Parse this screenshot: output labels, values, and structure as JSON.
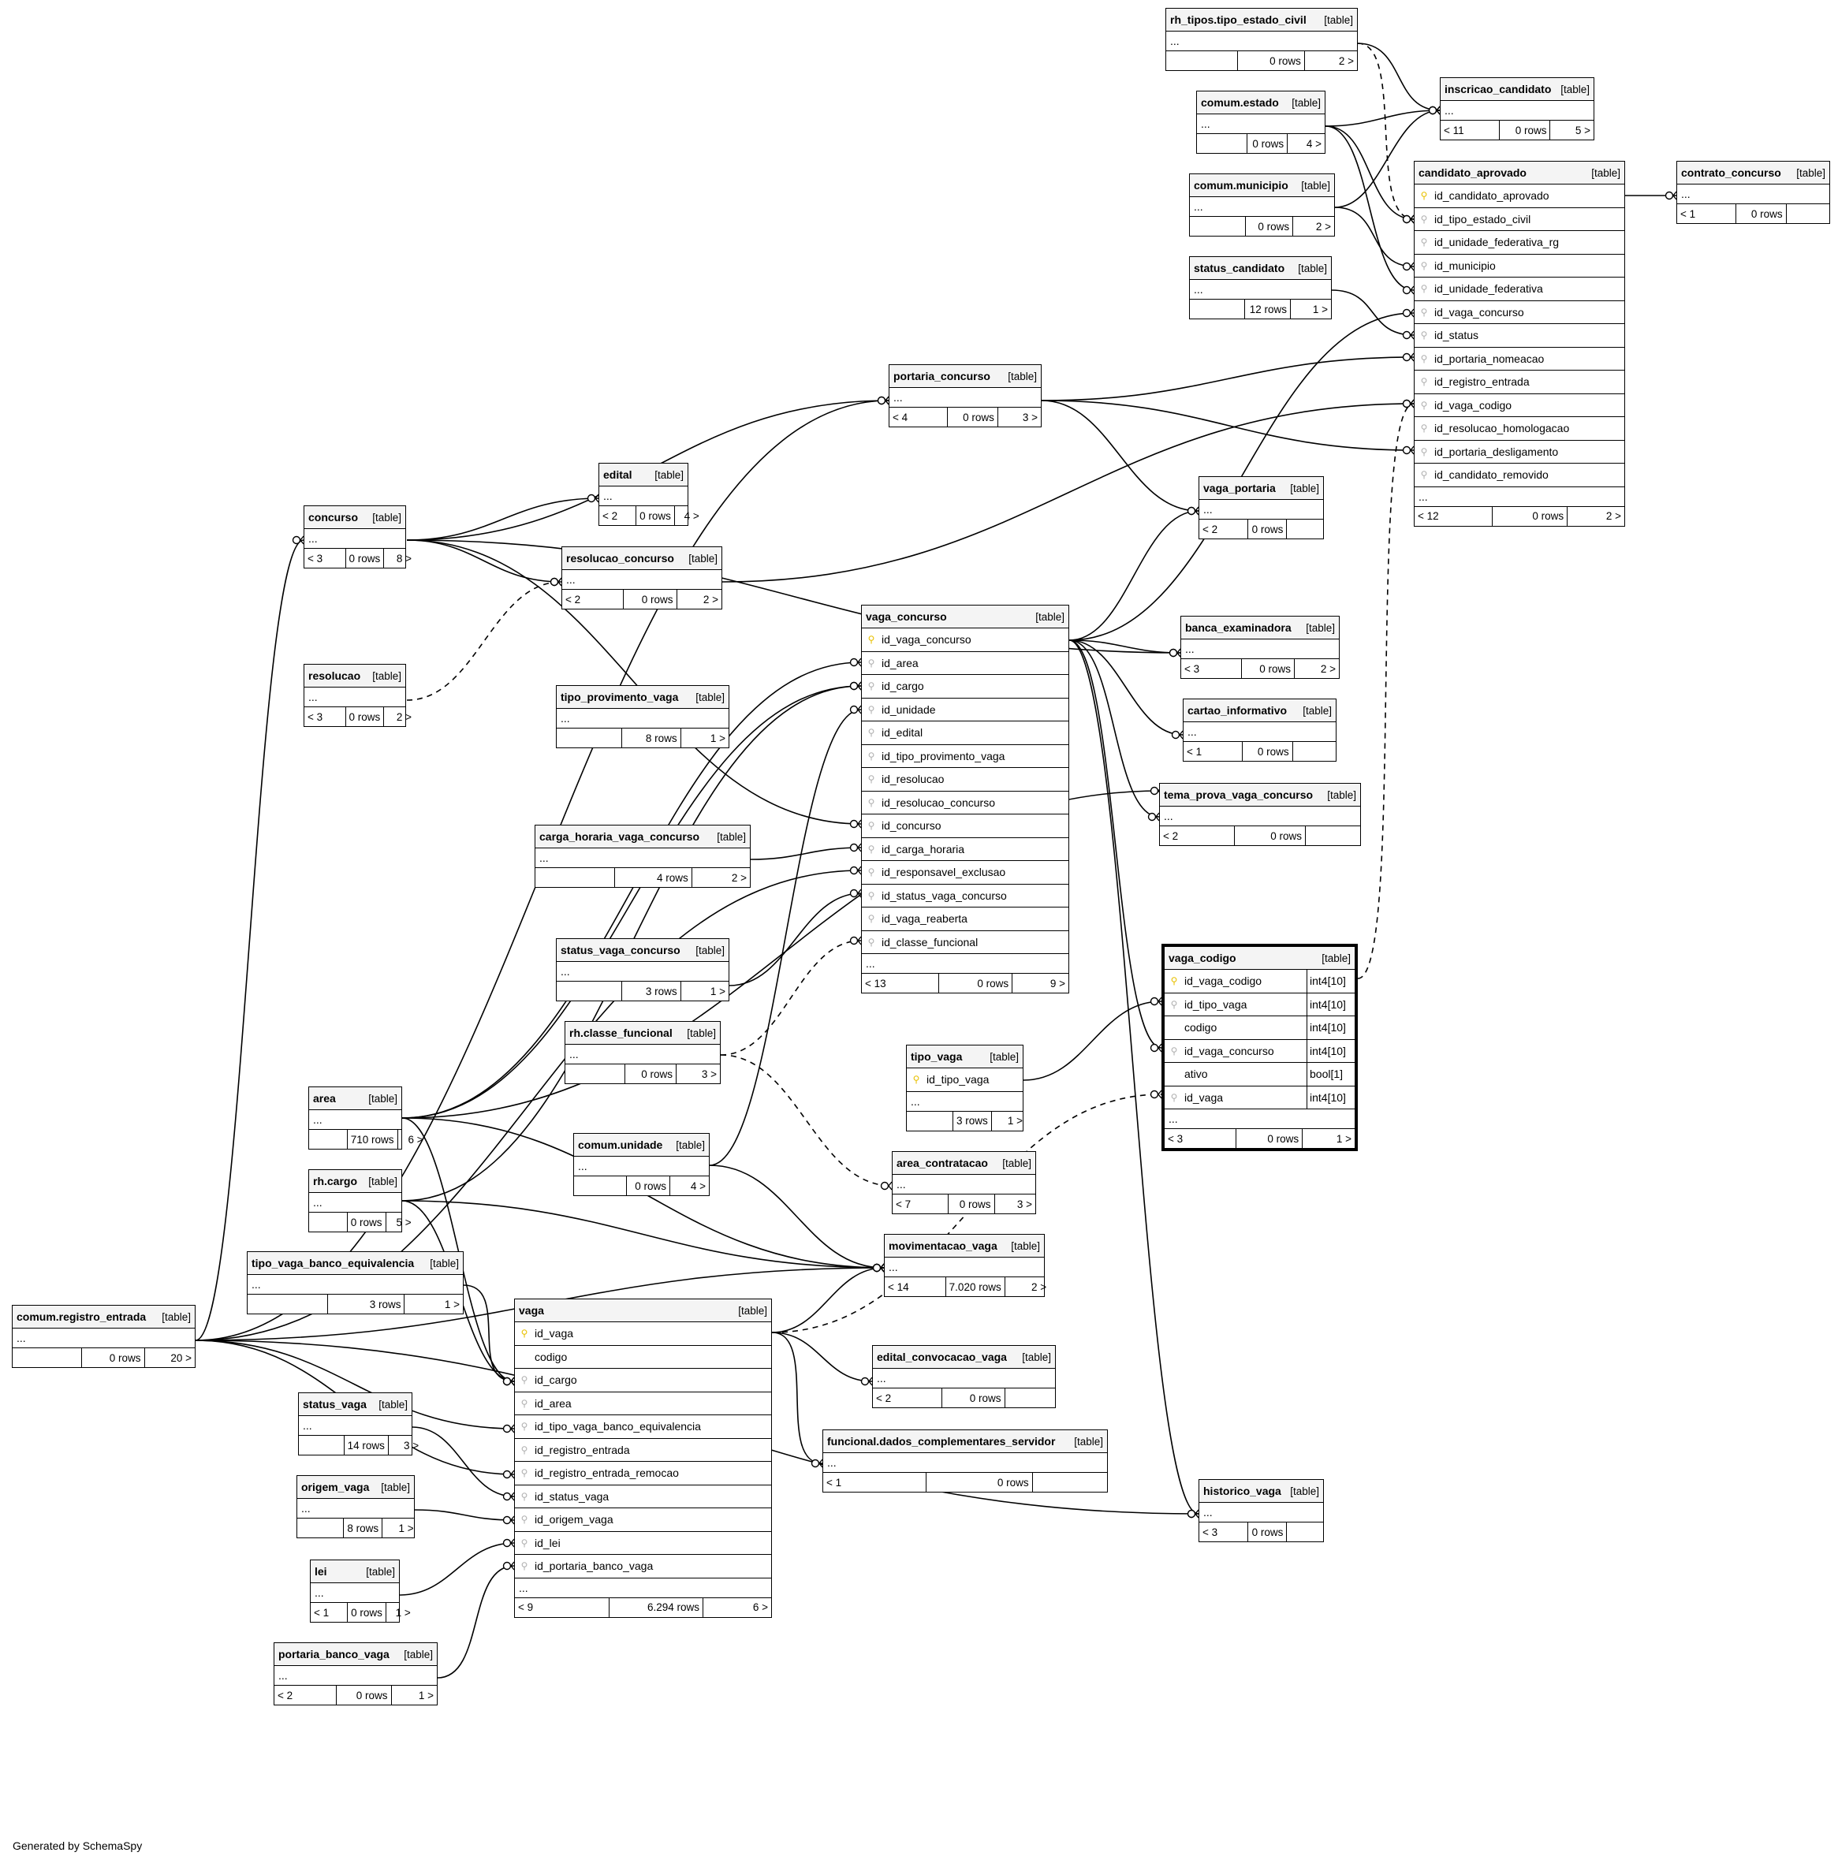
{
  "credit": "Generated by SchemaSpy",
  "tables": [
    {
      "id": "rh_tipos",
      "name": "rh_tipos.tipo_estado_civil",
      "tag": "[table]",
      "parents": "",
      "rows": "0 rows",
      "children": "2 >"
    },
    {
      "id": "estado",
      "name": "comum.estado",
      "tag": "[table]",
      "parents": "",
      "rows": "0 rows",
      "children": "4 >"
    },
    {
      "id": "inscricao",
      "name": "inscricao_candidato",
      "tag": "[table]",
      "parents": "< 11",
      "rows": "0 rows",
      "children": "5 >"
    },
    {
      "id": "municipio",
      "name": "comum.municipio",
      "tag": "[table]",
      "parents": "",
      "rows": "0 rows",
      "children": "2 >"
    },
    {
      "id": "status_candidato",
      "name": "status_candidato",
      "tag": "[table]",
      "parents": "",
      "rows": "12 rows",
      "children": "1 >"
    },
    {
      "id": "candidato",
      "name": "candidato_aprovado",
      "tag": "[table]",
      "parents": "< 12",
      "rows": "0 rows",
      "children": "2 >",
      "columns": [
        {
          "name": "id_candidato_aprovado",
          "key": "pk"
        },
        {
          "name": "id_tipo_estado_civil",
          "key": "fk"
        },
        {
          "name": "id_unidade_federativa_rg",
          "key": "fk"
        },
        {
          "name": "id_municipio",
          "key": "fk"
        },
        {
          "name": "id_unidade_federativa",
          "key": "fk"
        },
        {
          "name": "id_vaga_concurso",
          "key": "fk"
        },
        {
          "name": "id_status",
          "key": "fk"
        },
        {
          "name": "id_portaria_nomeacao",
          "key": "fk"
        },
        {
          "name": "id_registro_entrada",
          "key": "fk"
        },
        {
          "name": "id_vaga_codigo",
          "key": "fk"
        },
        {
          "name": "id_resolucao_homologacao",
          "key": "fk"
        },
        {
          "name": "id_portaria_desligamento",
          "key": "fk"
        },
        {
          "name": "id_candidato_removido",
          "key": "fk"
        }
      ]
    },
    {
      "id": "contrato",
      "name": "contrato_concurso",
      "tag": "[table]",
      "parents": "< 1",
      "rows": "0 rows",
      "children": ""
    },
    {
      "id": "portaria",
      "name": "portaria_concurso",
      "tag": "[table]",
      "parents": "< 4",
      "rows": "0 rows",
      "children": "3 >"
    },
    {
      "id": "edital",
      "name": "edital",
      "tag": "[table]",
      "parents": "< 2",
      "rows": "0 rows",
      "children": "4 >"
    },
    {
      "id": "concurso",
      "name": "concurso",
      "tag": "[table]",
      "parents": "< 3",
      "rows": "0 rows",
      "children": "8 >"
    },
    {
      "id": "vaga_portaria",
      "name": "vaga_portaria",
      "tag": "[table]",
      "parents": "< 2",
      "rows": "0 rows",
      "children": ""
    },
    {
      "id": "resolucao_concurso",
      "name": "resolucao_concurso",
      "tag": "[table]",
      "parents": "< 2",
      "rows": "0 rows",
      "children": "2 >"
    },
    {
      "id": "vaga_concurso",
      "name": "vaga_concurso",
      "tag": "[table]",
      "parents": "< 13",
      "rows": "0 rows",
      "children": "9 >",
      "columns": [
        {
          "name": "id_vaga_concurso",
          "key": "pk"
        },
        {
          "name": "id_area",
          "key": "fk"
        },
        {
          "name": "id_cargo",
          "key": "fk"
        },
        {
          "name": "id_unidade",
          "key": "fk"
        },
        {
          "name": "id_edital",
          "key": "fk"
        },
        {
          "name": "id_tipo_provimento_vaga",
          "key": "fk"
        },
        {
          "name": "id_resolucao",
          "key": "fk"
        },
        {
          "name": "id_resolucao_concurso",
          "key": "fk"
        },
        {
          "name": "id_concurso",
          "key": "fk"
        },
        {
          "name": "id_carga_horaria",
          "key": "fk"
        },
        {
          "name": "id_responsavel_exclusao",
          "key": "fk"
        },
        {
          "name": "id_status_vaga_concurso",
          "key": "fk"
        },
        {
          "name": "id_vaga_reaberta",
          "key": "fk"
        },
        {
          "name": "id_classe_funcional",
          "key": "fk"
        }
      ]
    },
    {
      "id": "banca",
      "name": "banca_examinadora",
      "tag": "[table]",
      "parents": "< 3",
      "rows": "0 rows",
      "children": "2 >"
    },
    {
      "id": "resolucao",
      "name": "resolucao",
      "tag": "[table]",
      "parents": "< 3",
      "rows": "0 rows",
      "children": "2 >"
    },
    {
      "id": "tipo_provimento",
      "name": "tipo_provimento_vaga",
      "tag": "[table]",
      "parents": "",
      "rows": "8 rows",
      "children": "1 >"
    },
    {
      "id": "cartao",
      "name": "cartao_informativo",
      "tag": "[table]",
      "parents": "< 1",
      "rows": "0 rows",
      "children": ""
    },
    {
      "id": "tema_prova",
      "name": "tema_prova_vaga_concurso",
      "tag": "[table]",
      "parents": "< 2",
      "rows": "0 rows",
      "children": ""
    },
    {
      "id": "carga_horaria",
      "name": "carga_horaria_vaga_concurso",
      "tag": "[table]",
      "parents": "",
      "rows": "4 rows",
      "children": "2 >"
    },
    {
      "id": "status_vaga_concurso",
      "name": "status_vaga_concurso",
      "tag": "[table]",
      "parents": "",
      "rows": "3 rows",
      "children": "1 >"
    },
    {
      "id": "vaga_codigo",
      "name": "vaga_codigo",
      "tag": "[table]",
      "parents": "< 3",
      "rows": "0 rows",
      "children": "1 >",
      "columns": [
        {
          "name": "id_vaga_codigo",
          "key": "pk",
          "type": "int4[10]"
        },
        {
          "name": "id_tipo_vaga",
          "key": "fk",
          "type": "int4[10]"
        },
        {
          "name": "codigo",
          "key": "none",
          "type": "int4[10]"
        },
        {
          "name": "id_vaga_concurso",
          "key": "fk",
          "type": "int4[10]"
        },
        {
          "name": "ativo",
          "key": "none",
          "type": "bool[1]"
        },
        {
          "name": "id_vaga",
          "key": "fk",
          "type": "int4[10]"
        }
      ]
    },
    {
      "id": "classe_funcional",
      "name": "rh.classe_funcional",
      "tag": "[table]",
      "parents": "",
      "rows": "0 rows",
      "children": "3 >"
    },
    {
      "id": "tipo_vaga",
      "name": "tipo_vaga",
      "tag": "[table]",
      "parents": "",
      "rows": "3 rows",
      "children": "1 >",
      "columns": [
        {
          "name": "id_tipo_vaga",
          "key": "pk"
        }
      ]
    },
    {
      "id": "area",
      "name": "area",
      "tag": "[table]",
      "parents": "",
      "rows": "710 rows",
      "children": "6 >"
    },
    {
      "id": "unidade",
      "name": "comum.unidade",
      "tag": "[table]",
      "parents": "",
      "rows": "0 rows",
      "children": "4 >"
    },
    {
      "id": "area_contratacao",
      "name": "area_contratacao",
      "tag": "[table]",
      "parents": "< 7",
      "rows": "0 rows",
      "children": "3 >"
    },
    {
      "id": "cargo",
      "name": "rh.cargo",
      "tag": "[table]",
      "parents": "",
      "rows": "0 rows",
      "children": "5 >"
    },
    {
      "id": "movimentacao",
      "name": "movimentacao_vaga",
      "tag": "[table]",
      "parents": "< 14",
      "rows": "7.020 rows",
      "children": "2 >"
    },
    {
      "id": "tipo_vaga_banco",
      "name": "tipo_vaga_banco_equivalencia",
      "tag": "[table]",
      "parents": "",
      "rows": "3 rows",
      "children": "1 >"
    },
    {
      "id": "registro_entrada",
      "name": "comum.registro_entrada",
      "tag": "[table]",
      "parents": "",
      "rows": "0 rows",
      "children": "20 >"
    },
    {
      "id": "vaga",
      "name": "vaga",
      "tag": "[table]",
      "parents": "< 9",
      "rows": "6.294 rows",
      "children": "6 >",
      "columns": [
        {
          "name": "id_vaga",
          "key": "pk"
        },
        {
          "name": "codigo",
          "key": "none"
        },
        {
          "name": "id_cargo",
          "key": "fk"
        },
        {
          "name": "id_area",
          "key": "fk"
        },
        {
          "name": "id_tipo_vaga_banco_equivalencia",
          "key": "fk"
        },
        {
          "name": "id_registro_entrada",
          "key": "fk"
        },
        {
          "name": "id_registro_entrada_remocao",
          "key": "fk"
        },
        {
          "name": "id_status_vaga",
          "key": "fk"
        },
        {
          "name": "id_origem_vaga",
          "key": "fk"
        },
        {
          "name": "id_lei",
          "key": "fk"
        },
        {
          "name": "id_portaria_banco_vaga",
          "key": "fk"
        }
      ]
    },
    {
      "id": "edital_convocacao",
      "name": "edital_convocacao_vaga",
      "tag": "[table]",
      "parents": "< 2",
      "rows": "0 rows",
      "children": ""
    },
    {
      "id": "status_vaga",
      "name": "status_vaga",
      "tag": "[table]",
      "parents": "",
      "rows": "14 rows",
      "children": "3 >"
    },
    {
      "id": "funcional",
      "name": "funcional.dados_complementares_servidor",
      "tag": "[table]",
      "parents": "< 1",
      "rows": "0 rows",
      "children": ""
    },
    {
      "id": "origem_vaga",
      "name": "origem_vaga",
      "tag": "[table]",
      "parents": "",
      "rows": "8 rows",
      "children": "1 >"
    },
    {
      "id": "historico",
      "name": "historico_vaga",
      "tag": "[table]",
      "parents": "< 3",
      "rows": "0 rows",
      "children": ""
    },
    {
      "id": "lei",
      "name": "lei",
      "tag": "[table]",
      "parents": "< 1",
      "rows": "0 rows",
      "children": "1 >"
    },
    {
      "id": "portaria_banco",
      "name": "portaria_banco_vaga",
      "tag": "[table]",
      "parents": "< 2",
      "rows": "0 rows",
      "children": "1 >"
    }
  ]
}
